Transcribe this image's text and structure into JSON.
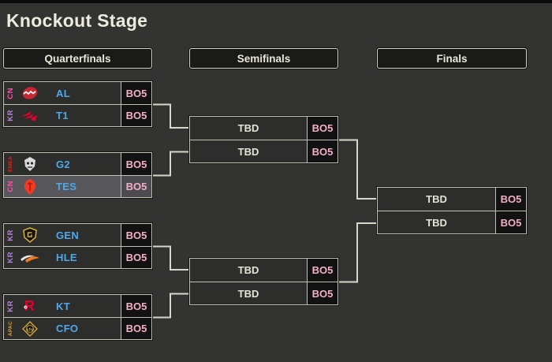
{
  "page": {
    "title": "Knockout Stage"
  },
  "columns": [
    {
      "label": "Quarterfinals"
    },
    {
      "label": "Semifinals"
    },
    {
      "label": "Finals"
    }
  ],
  "qf": [
    {
      "region": "CN",
      "name": "AL",
      "format": "BO5",
      "logo": "al-logo",
      "highlighted": false
    },
    {
      "region": "KR",
      "name": "T1",
      "format": "BO5",
      "logo": "t1-logo",
      "highlighted": false
    },
    {
      "region": "EMEA",
      "name": "G2",
      "format": "BO5",
      "logo": "g2-logo",
      "highlighted": false
    },
    {
      "region": "CN",
      "name": "TES",
      "format": "BO5",
      "logo": "tes-logo",
      "highlighted": true
    },
    {
      "region": "KR",
      "name": "GEN",
      "format": "BO5",
      "logo": "gen-logo",
      "highlighted": false
    },
    {
      "region": "KR",
      "name": "HLE",
      "format": "BO5",
      "logo": "hle-logo",
      "highlighted": false
    },
    {
      "region": "KR",
      "name": "KT",
      "format": "BO5",
      "logo": "kt-logo",
      "highlighted": false
    },
    {
      "region": "APAC",
      "name": "CFO",
      "format": "BO5",
      "logo": "cfo-logo",
      "highlighted": false
    }
  ],
  "sf": [
    {
      "name": "TBD",
      "format": "BO5"
    },
    {
      "name": "TBD",
      "format": "BO5"
    },
    {
      "name": "TBD",
      "format": "BO5"
    },
    {
      "name": "TBD",
      "format": "BO5"
    }
  ],
  "finals": [
    {
      "name": "TBD",
      "format": "BO5"
    },
    {
      "name": "TBD",
      "format": "BO5"
    }
  ],
  "colors": {
    "background": "#333332",
    "match_row": "#2d2d2b",
    "highlight_row": "#56565b",
    "border": "#c0c0b4",
    "connector": "#d8d8ca",
    "bo5_bg": "#121212",
    "bo5_text": "#f2afc6",
    "team_text": "#4fa8e8",
    "tbd_text": "#e4e4d6",
    "region_cn": "#ff4fa8",
    "region_kr": "#b383dd",
    "region_emea": "#d5281e",
    "region_apac": "#dfa32e",
    "title_text": "#ededdf"
  }
}
